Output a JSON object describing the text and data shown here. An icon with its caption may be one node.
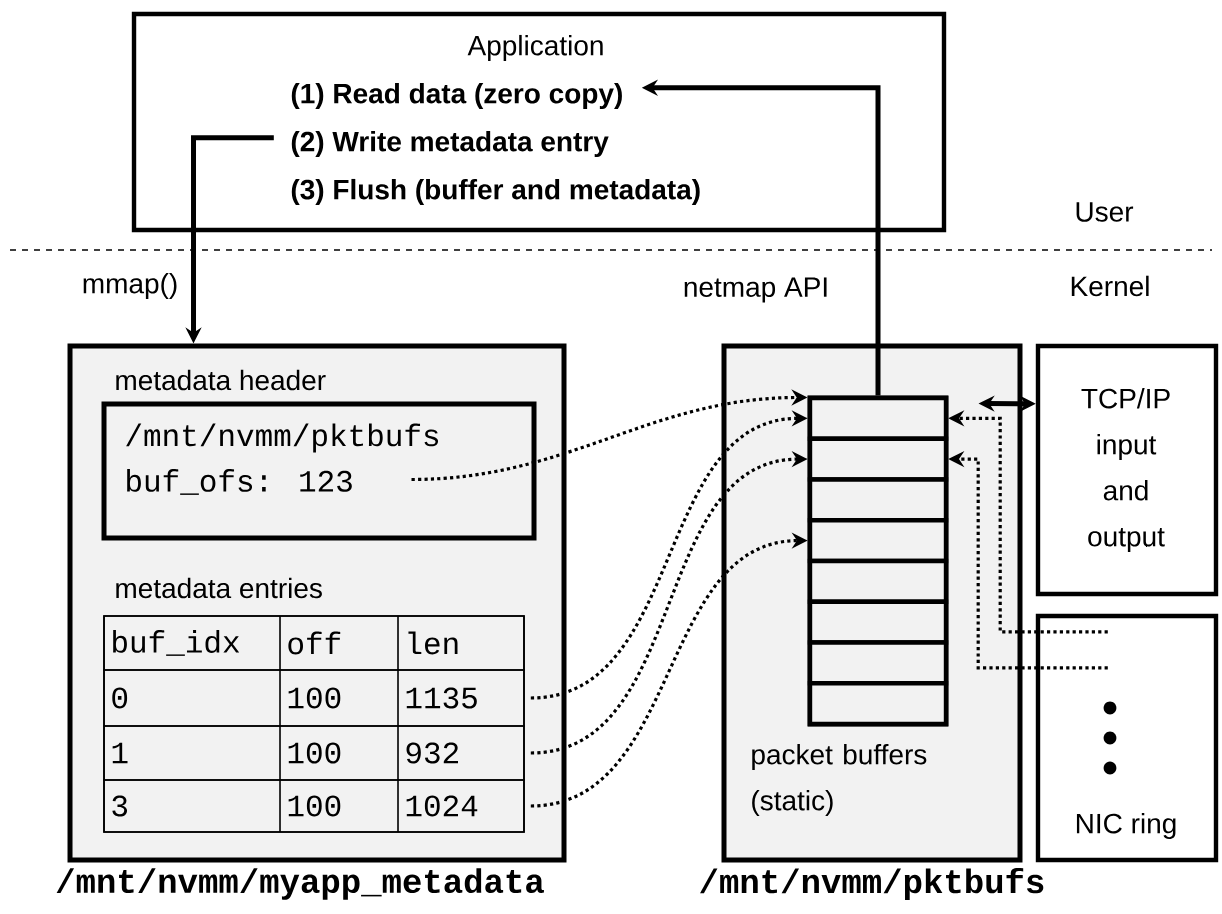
{
  "diagram": {
    "nodes": [
      {
        "text": [
          "Application",
          "(1) Read data (zero copy)",
          "(2) Write metadata entry",
          "(3) Flush (buffer and metadata)"
        ]
      },
      {
        "text": [],
        "shape": "box",
        "beside": [
          "/mnt/nvmm/myapp_metadata"
        ]
      },
      {
        "text": [
          "metadata header",
          "/mnt/nvmm/pktbufs",
          "buf_ofs: 123"
        ],
        "in": 1
      },
      {
        "text": [
          "metadata entries"
        ],
        "in": 1
      },
      {
        "text": [
          "buf_idx",
          "off",
          "len"
        ],
        "in": 3
      },
      {
        "text": [
          "0",
          "100",
          "1135"
        ],
        "in": 3
      },
      {
        "text": [
          "1",
          "100",
          "932"
        ],
        "in": 3
      },
      {
        "text": [
          "3",
          "100",
          "1024"
        ],
        "in": 3
      },
      {
        "text": [
          "packet buffers (static)"
        ],
        "beside": [
          "/mnt/nvmm/pktbufs"
        ]
      },
      {
        "text": [],
        "shape": "box",
        "in": 8
      },
      {
        "text": [],
        "shape": "box",
        "in": 9
      },
      {
        "text": [],
        "shape": "box",
        "in": 9
      },
      {
        "text": [],
        "shape": "box",
        "in": 9
      },
      {
        "text": [],
        "shape": "box",
        "in": 9
      },
      {
        "text": [],
        "shape": "box",
        "in": 9
      },
      {
        "text": [],
        "shape": "box",
        "in": 9
      },
      {
        "text": [],
        "shape": "box",
        "in": 9
      },
      {
        "text": [],
        "shape": "box",
        "in": 9
      },
      {
        "text": [
          "TCP/IP input and output"
        ]
      },
      {
        "text": [
          "NIC ring"
        ]
      }
    ],
    "edges": [
      {
        "from": 0,
        "to": 1,
        "arrow": "to",
        "label": "mmap()"
      },
      {
        "from": 9,
        "to": 0,
        "arrow": "to",
        "label": "netmap API"
      },
      {
        "from": 9,
        "to": 18,
        "arrow": "both"
      },
      {
        "from": 2,
        "to": 9,
        "arrow": "to",
        "style": "dashed"
      },
      {
        "from": 5,
        "to": 10,
        "arrow": "to",
        "style": "dashed"
      },
      {
        "from": 6,
        "to": 11,
        "arrow": "to",
        "style": "dashed"
      },
      {
        "from": 7,
        "to": 13,
        "arrow": "to",
        "style": "dashed"
      },
      {
        "from": 19,
        "to": 10,
        "arrow": "to",
        "style": "dashed"
      },
      {
        "from": 19,
        "to": 11,
        "arrow": "to",
        "style": "dashed"
      }
    ],
    "labels": [
      "User",
      "Kernel"
    ]
  }
}
